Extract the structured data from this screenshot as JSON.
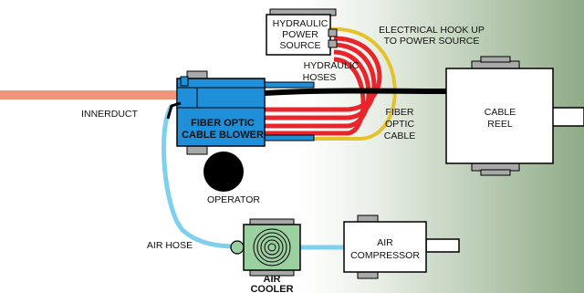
{
  "labels": {
    "hydraulic_power_source": [
      "HYDRAULIC",
      "POWER",
      "SOURCE"
    ],
    "electrical_hook_up": [
      "ELECTRICAL HOOK UP",
      "TO POWER SOURCE"
    ],
    "hydraulic_hoses": [
      "HYDRAULIC",
      "HOSES"
    ],
    "innerduct": "INNERDUCT",
    "fiber_optic_cable_blower": [
      "FIBER OPTIC",
      "CABLE BLOWER"
    ],
    "fiber_optic_cable": [
      "FIBER",
      "OPTIC",
      "CABLE"
    ],
    "cable_reel": [
      "CABLE",
      "REEL"
    ],
    "operator": "OPERATOR",
    "air_hose": "AIR HOSE",
    "air_compressor": [
      "AIR",
      "COMPRESSOR"
    ],
    "air_cooler": [
      "AIR",
      "COOLER"
    ]
  },
  "colors": {
    "innerduct": "#f0947a",
    "blower": "#1e8fd8",
    "hydraulic_hose": "#e8252a",
    "electrical_cable": "#e6c22a",
    "air_hose": "#7fd0ee",
    "fiber_cable": "#000000",
    "operator": "#000000",
    "air_cooler": "#9bd0a0",
    "background_gradient_end": "#8fab86",
    "equipment_gray": "#a9a9a9"
  }
}
